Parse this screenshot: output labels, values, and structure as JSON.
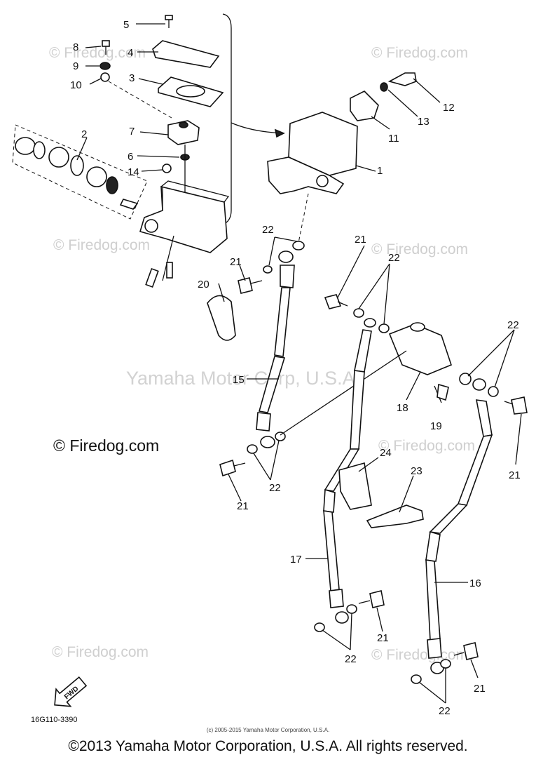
{
  "watermarks": {
    "firedog": "© Firedog.com",
    "yamaha": "Yamaha Motor Corp, U.S.A."
  },
  "labels": {
    "l1": "1",
    "l2": "2",
    "l3": "3",
    "l4": "4",
    "l5": "5",
    "l6": "6",
    "l7": "7",
    "l8": "8",
    "l9": "9",
    "l10": "10",
    "l11": "11",
    "l12": "12",
    "l13": "13",
    "l14": "14",
    "l15": "15",
    "l16": "16",
    "l17": "17",
    "l18": "18",
    "l19": "19",
    "l20": "20",
    "l21": "21",
    "l22": "22",
    "l23": "23",
    "l24": "24"
  },
  "fwd_mark": "FWD",
  "diagram_code": "16G110-3390",
  "small_credit": "(c) 2005-2015 Yamaha Motor Corporation, U.S.A.",
  "firedog_credit": "© Firedog.com",
  "copyright": "©2013 Yamaha Motor Corporation, U.S.A. All rights reserved."
}
